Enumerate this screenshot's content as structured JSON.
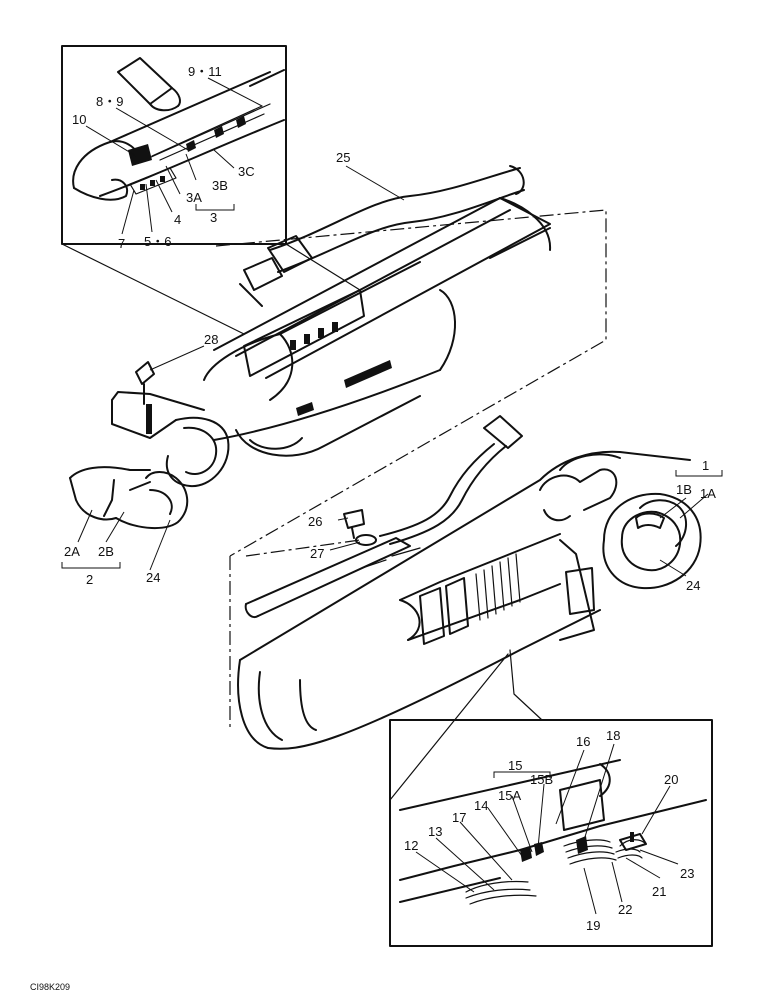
{
  "callouts": {
    "c9_11": "9・11",
    "c8_9": "8・9",
    "c10": "10",
    "c3C": "3C",
    "c3B": "3B",
    "c3A": "3A",
    "c3": "3",
    "c4": "4",
    "c5_6": "5・6",
    "c7": "7",
    "c25": "25",
    "c28": "28",
    "c1": "1",
    "c1B": "1B",
    "c1A": "1A",
    "c26": "26",
    "c27": "27",
    "c2A": "2A",
    "c2B": "2B",
    "c2": "2",
    "c24_left": "24",
    "c24_right": "24",
    "c16": "16",
    "c18": "18",
    "c15": "15",
    "c15B": "15B",
    "c15A": "15A",
    "c14": "14",
    "c17": "17",
    "c13": "13",
    "c12": "12",
    "c20": "20",
    "c23": "23",
    "c21": "21",
    "c22": "22",
    "c19": "19"
  },
  "drawing_code": "CI98K209"
}
